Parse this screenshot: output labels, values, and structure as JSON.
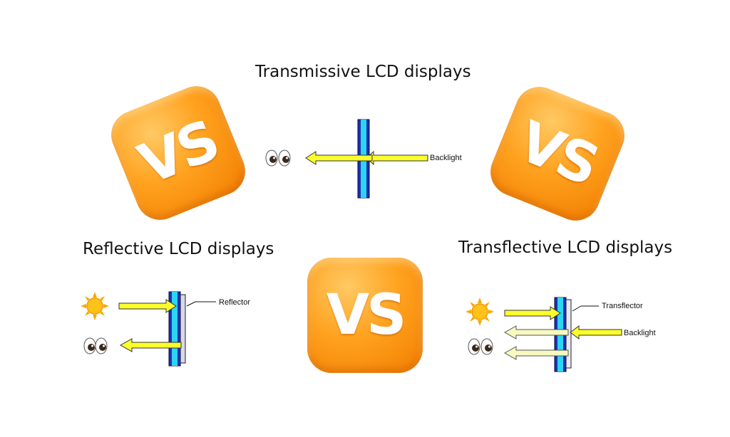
{
  "titles": {
    "transmissive": "Transmissive LCD displays",
    "reflective": "Reflective LCD displays",
    "transflective": "Transflective LCD displays"
  },
  "badges": {
    "left": "VS",
    "right": "VS",
    "center": "VS"
  },
  "labels": {
    "backlight_top": "Backlight",
    "reflector": "Reflector",
    "transflector": "Transflector",
    "backlight_bottom": "Backlight"
  },
  "icons": [
    "eyes-icon",
    "sun-icon",
    "arrow-icon"
  ],
  "colors": {
    "badge_orange": "#ffa21f",
    "panel_blue": "#1d2fb8",
    "panel_cyan": "#2ad6f0",
    "arrow_yellow": "#fbff2a",
    "arrow_pale": "#f7f9c0"
  }
}
